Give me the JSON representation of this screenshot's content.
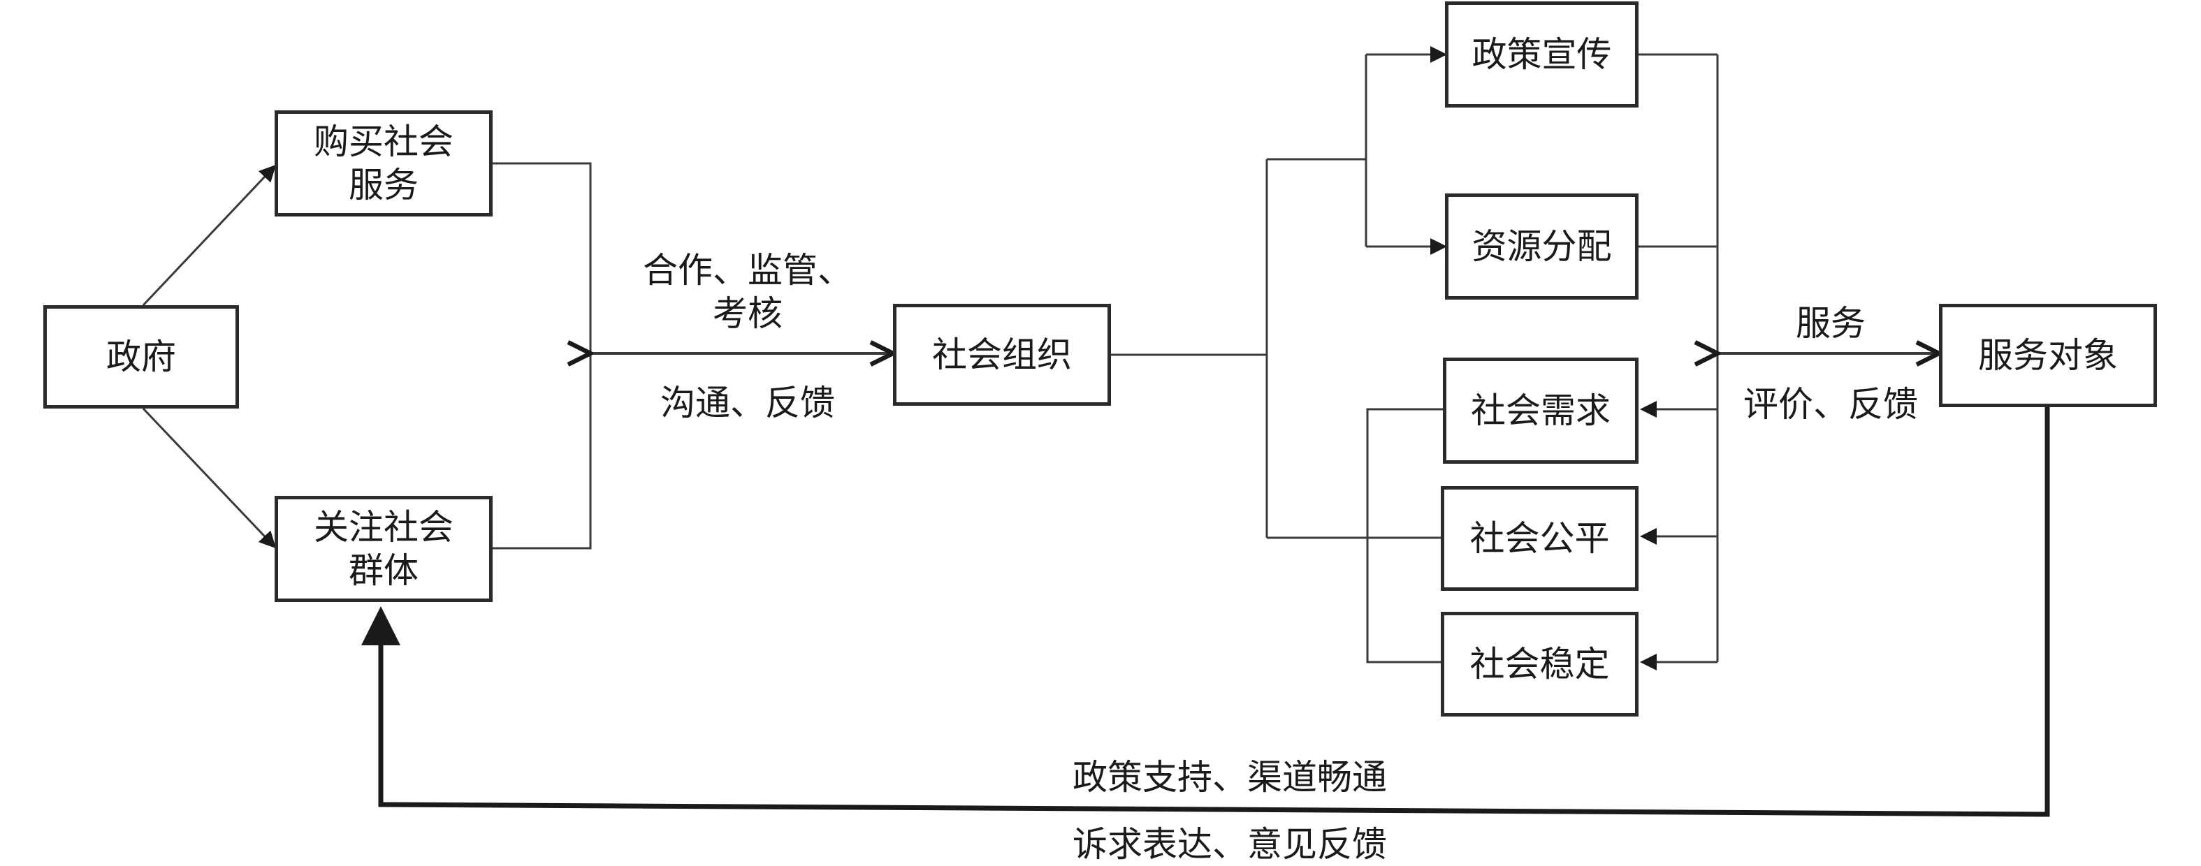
{
  "nodes": {
    "government": "政府",
    "buy_service": "购买社会\n服务",
    "focus_group": "关注社会\n群体",
    "social_org": "社会组织",
    "policy_promo": "政策宣传",
    "resource_alloc": "资源分配",
    "social_demand": "社会需求",
    "social_fairness": "社会公平",
    "social_stability": "社会稳定",
    "service_target": "服务对象"
  },
  "labels": {
    "coop_top": "合作、监管、\n考核",
    "coop_bottom": "沟通、反馈",
    "service_top": "服务",
    "service_bottom": "评价、反馈",
    "bottom_top": "政策支持、渠道畅通",
    "bottom_bottom": "诉求表达、意见反馈"
  }
}
